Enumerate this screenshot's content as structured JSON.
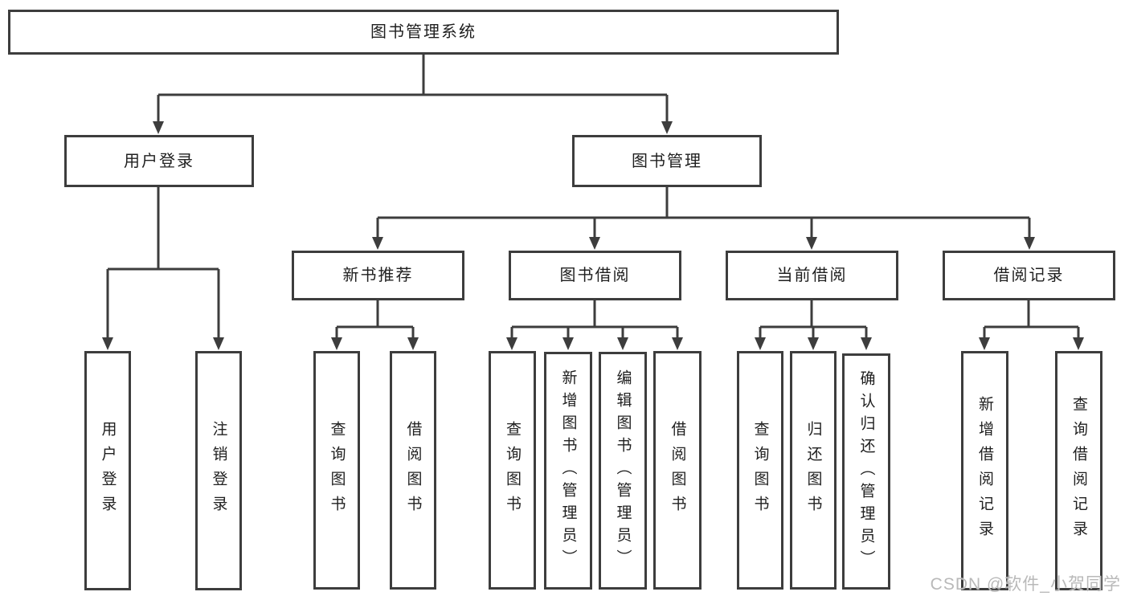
{
  "diagram": {
    "root": {
      "label": "图书管理系统"
    },
    "branches": {
      "user_login": {
        "label": "用户登录",
        "children": [
          {
            "label": "用户登录"
          },
          {
            "label": "注销登录"
          }
        ]
      },
      "book_management": {
        "label": "图书管理",
        "modules": [
          {
            "label": "新书推荐",
            "children": [
              {
                "label": "查询图书"
              },
              {
                "label": "借阅图书"
              }
            ]
          },
          {
            "label": "图书借阅",
            "children": [
              {
                "label": "查询图书"
              },
              {
                "label": "新增图书（管理员）"
              },
              {
                "label": "编辑图书（管理员）"
              },
              {
                "label": "借阅图书"
              }
            ]
          },
          {
            "label": "当前借阅",
            "children": [
              {
                "label": "查询图书"
              },
              {
                "label": "归还图书"
              },
              {
                "label": "确认归还（管理员）"
              }
            ]
          },
          {
            "label": "借阅记录",
            "children": [
              {
                "label": "新增借阅记录"
              },
              {
                "label": "查询借阅记录"
              }
            ]
          }
        ]
      }
    },
    "watermark": "CSDN @软件_小贺同学",
    "colors": {
      "line": "#3d3d3d",
      "text": "#1f1f1f",
      "watermark": "#b9b9b9",
      "background": "#ffffff"
    }
  }
}
